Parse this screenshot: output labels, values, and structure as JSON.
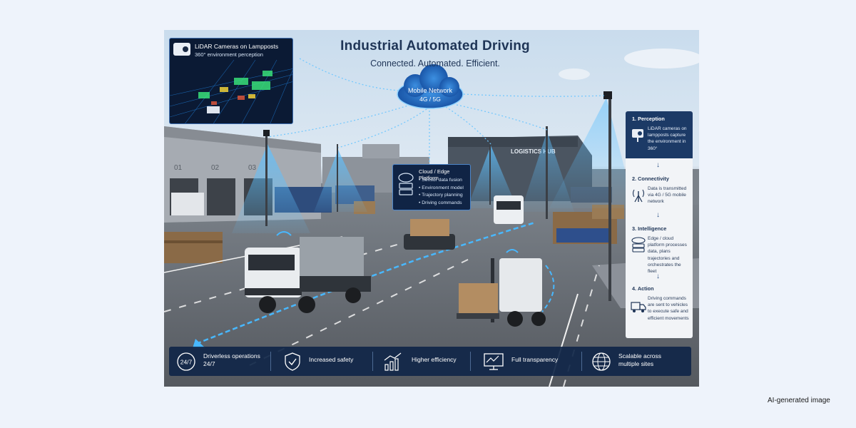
{
  "title": "Industrial Automated Driving",
  "subtitle": "Connected. Automated. Efficient.",
  "lidar_panel": {
    "title": "LiDAR Cameras on Lampposts",
    "subtitle": "360° environment perception"
  },
  "cloud": {
    "label": "Mobile Network",
    "sublabel": "4G / 5G"
  },
  "edge_platform": {
    "title": "Cloud / Edge Platform",
    "items": [
      "• Sensor data fusion",
      "• Environment model",
      "• Trajectory planning",
      "• Driving commands"
    ]
  },
  "scene_labels": {
    "hub": "LOGISTICS HUB",
    "docks": [
      "01",
      "02",
      "03"
    ]
  },
  "steps": [
    {
      "title": "1.   Perception",
      "text": "LiDAR cameras on lampposts capture the environment in 360°",
      "icon": "lidar-camera-icon"
    },
    {
      "title": "2.   Connectivity",
      "text": "Data is transmitted via 4G / 5G mobile network",
      "icon": "antenna-icon"
    },
    {
      "title": "3.   Intelligence",
      "text": "Edge / cloud platform processes data, plans trajectories and orchestrates the fleet",
      "icon": "server-cloud-icon"
    },
    {
      "title": "4.   Action",
      "text": "Driving commands are sent to vehicles to execute safe and efficient movements",
      "icon": "truck-icon"
    }
  ],
  "features": [
    {
      "icon": "24-7-icon",
      "icon_text": "24/7",
      "label": "Driverless operations",
      "label2": "24/7"
    },
    {
      "icon": "shield-check-icon",
      "label": "Increased safety"
    },
    {
      "icon": "bar-chart-icon",
      "label": "Higher efficiency"
    },
    {
      "icon": "monitor-chart-icon",
      "label": "Full transparency"
    },
    {
      "icon": "globe-icon",
      "label": "Scalable across",
      "label2": "multiple sites"
    }
  ],
  "watermark": "AI-generated image",
  "colors": {
    "page_bg": "#eef3fb",
    "navy": "#1c3a66",
    "accent": "#4aa8f0"
  }
}
